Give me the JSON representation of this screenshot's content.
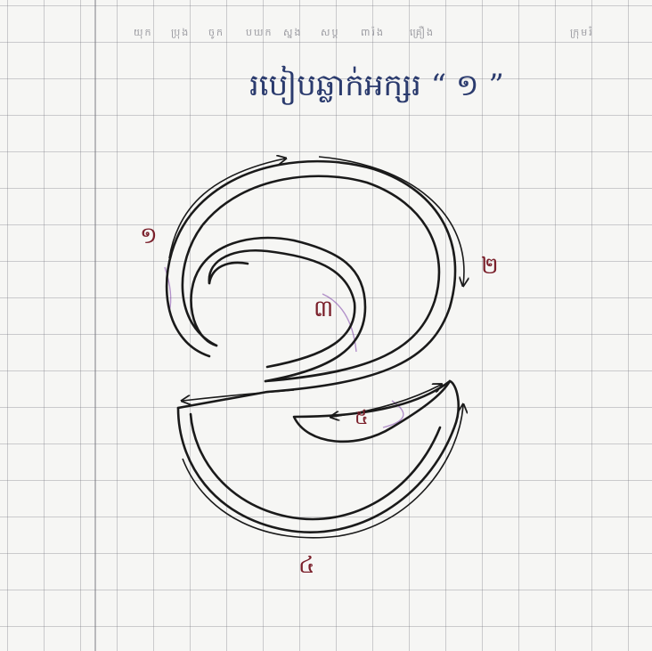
{
  "page": {
    "title": "របៀបឆ្លាក់អក្សរ “ ១ ”",
    "header_marks": [
      "យុក",
      "ប្រុង",
      "ចូក",
      "បឃក",
      "ស្នង",
      "សប្ត",
      "ពារ៉ង",
      "គ្រឿង",
      "ក្រុមរំ"
    ]
  },
  "strokes": [
    {
      "label": "១",
      "color": "#7a1f2a"
    },
    {
      "label": "២",
      "color": "#7a1f2a"
    },
    {
      "label": "៣",
      "color": "#7a1f2a"
    },
    {
      "label": "៥",
      "color": "#7a1f2a"
    },
    {
      "label": "៤",
      "color": "#7a1f2a"
    }
  ],
  "colors": {
    "paper": "#f6f6f4",
    "grid": "#8c8c96",
    "ink": "#1a1a1a",
    "title_ink": "#2b3b6e",
    "number_ink": "#7a1f2a",
    "purple_pencil": "#7b3fa8"
  }
}
